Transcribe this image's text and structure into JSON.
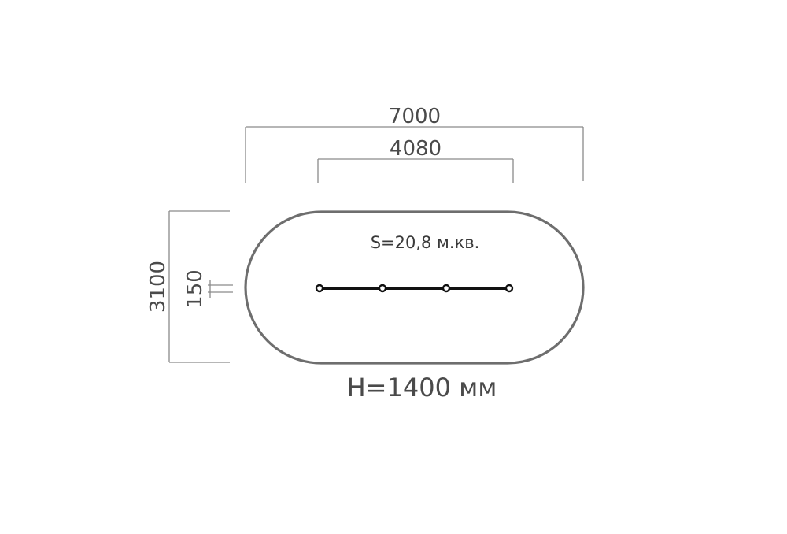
{
  "dimensions": {
    "overall_length": "7000",
    "equipment_length": "4080",
    "overall_width": "3100",
    "equipment_width": "150"
  },
  "area_label": "S=20,8 м.кв.",
  "height_label": "H=1400 мм",
  "colors": {
    "outline": "#6e6e6e",
    "dimension_lines": "#8a8a8a",
    "equipment": "#111111"
  }
}
